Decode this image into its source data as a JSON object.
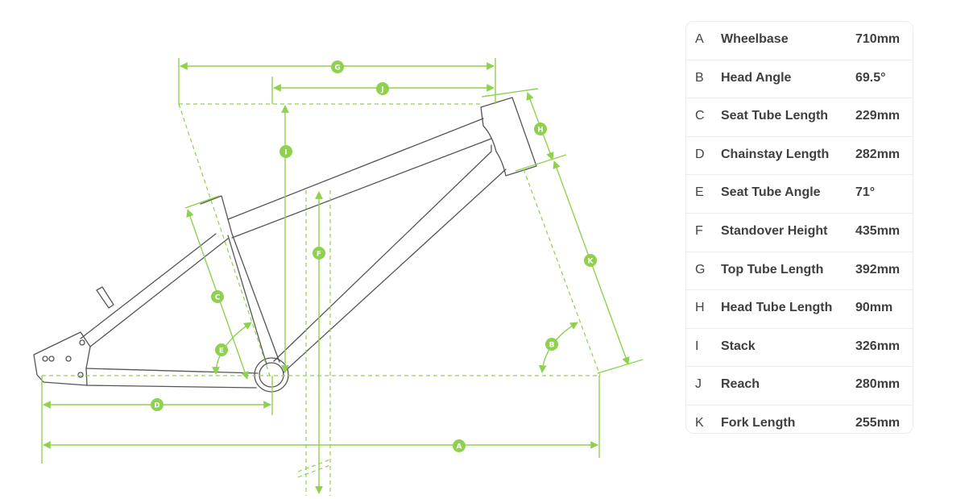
{
  "accent_color": "#8fd14f",
  "frame_color": "#555555",
  "geometry": [
    {
      "letter": "A",
      "name": "Wheelbase",
      "value": "710mm"
    },
    {
      "letter": "B",
      "name": "Head Angle",
      "value": "69.5°"
    },
    {
      "letter": "C",
      "name": "Seat Tube Length",
      "value": "229mm"
    },
    {
      "letter": "D",
      "name": "Chainstay Length",
      "value": "282mm"
    },
    {
      "letter": "E",
      "name": "Seat Tube Angle",
      "value": "71°"
    },
    {
      "letter": "F",
      "name": "Standover Height",
      "value": "435mm"
    },
    {
      "letter": "G",
      "name": "Top Tube Length",
      "value": "392mm"
    },
    {
      "letter": "H",
      "name": "Head Tube Length",
      "value": "90mm"
    },
    {
      "letter": "I",
      "name": "Stack",
      "value": "326mm"
    },
    {
      "letter": "J",
      "name": "Reach",
      "value": "280mm"
    },
    {
      "letter": "K",
      "name": "Fork Length",
      "value": "255mm"
    }
  ]
}
